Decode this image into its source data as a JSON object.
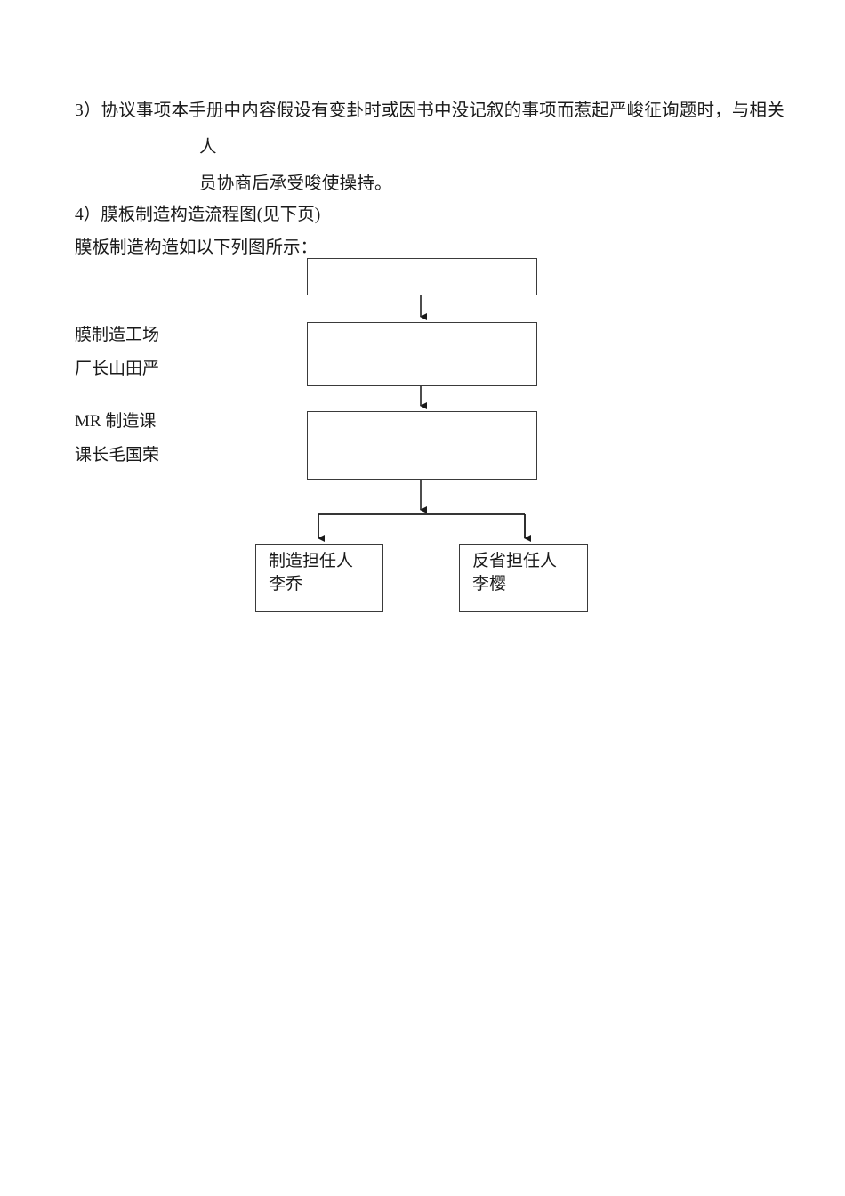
{
  "document": {
    "page_background": "#ffffff",
    "text_color": "#1a1a1a",
    "line_color": "#3a3a3a"
  },
  "body_text": {
    "item_3": {
      "line_1": "3）协议事项本手册中内容假设有变卦时或因书中没记叙的事项而惹起严峻征询题时，与相关",
      "line_2": "人",
      "line_3": "员协商后承受唆使操持。"
    },
    "item_4": {
      "line_1": "4）膜板制造构造流程图(见下页)",
      "line_2": "膜板制造构造如以下列图所示："
    }
  },
  "side_labels": [
    {
      "name": "factory-label",
      "line_1": "膜制造工场",
      "line_2": "厂长山田严"
    },
    {
      "name": "section-label",
      "line_1": "MR 制造课",
      "line_2": "课长毛国荣"
    }
  ],
  "flowchart": {
    "type": "org-flow",
    "boxes": [
      {
        "id": "box-1",
        "text": ""
      },
      {
        "id": "box-2",
        "text": ""
      },
      {
        "id": "box-3",
        "text": ""
      },
      {
        "id": "box-4",
        "text": "制造担任人\n李乔"
      },
      {
        "id": "box-5",
        "text": "反省担任人\n李樱"
      }
    ],
    "connectors": [
      {
        "from": "box-1",
        "to": "box-2",
        "style": "vertical-arrow"
      },
      {
        "from": "box-2",
        "to": "box-3",
        "style": "vertical-arrow"
      },
      {
        "from": "box-3",
        "to": "split-bar",
        "style": "vertical-arrow"
      },
      {
        "from": "split-bar",
        "to": "box-4",
        "style": "elbow-arrow-left"
      },
      {
        "from": "split-bar",
        "to": "box-5",
        "style": "elbow-arrow-right"
      }
    ]
  }
}
